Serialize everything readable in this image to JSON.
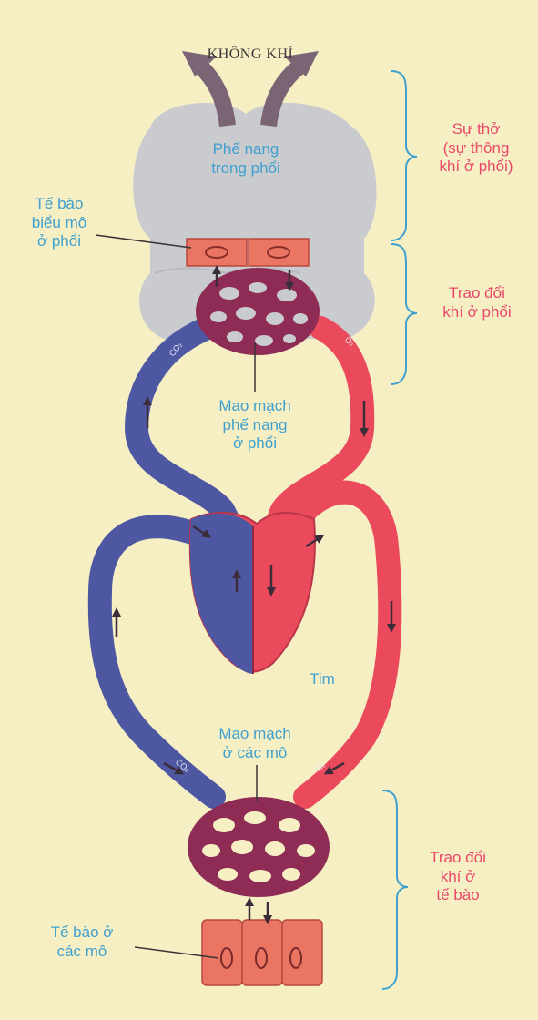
{
  "labels": {
    "air": "KHÔNG KHÍ",
    "alveoli": [
      "Phế nang",
      "trong phổi"
    ],
    "epithelium": [
      "Tế bào",
      "biểu mô",
      "ở phổi"
    ],
    "alveolar_capillary": [
      "Mao mạch",
      "phế nang",
      "ở phổi"
    ],
    "heart": "Tim",
    "tissue_capillary": [
      "Mao mạch",
      "ở các mô"
    ],
    "tissue_cells": [
      "Tế bào ở",
      "các mô"
    ],
    "co2": "CO₂",
    "o2": "O₂"
  },
  "stages": {
    "breathing": [
      "Sự thở",
      "(sự thông",
      "khí ở phổi)"
    ],
    "lung_exchange": [
      "Trao đổi",
      "khí ở phổi"
    ],
    "cell_exchange": [
      "Trao đổi",
      "khí ở",
      "tế bào"
    ]
  },
  "colors": {
    "background": "#f6efc4",
    "lung": "#c9cbcf",
    "deoxygenated": "#4e58a2",
    "oxygenated": "#ea4a5c",
    "capillary": "#8e2c55",
    "cell": "#e97562",
    "label_blue": "#3fa0cf",
    "label_pink": "#e8486a"
  }
}
